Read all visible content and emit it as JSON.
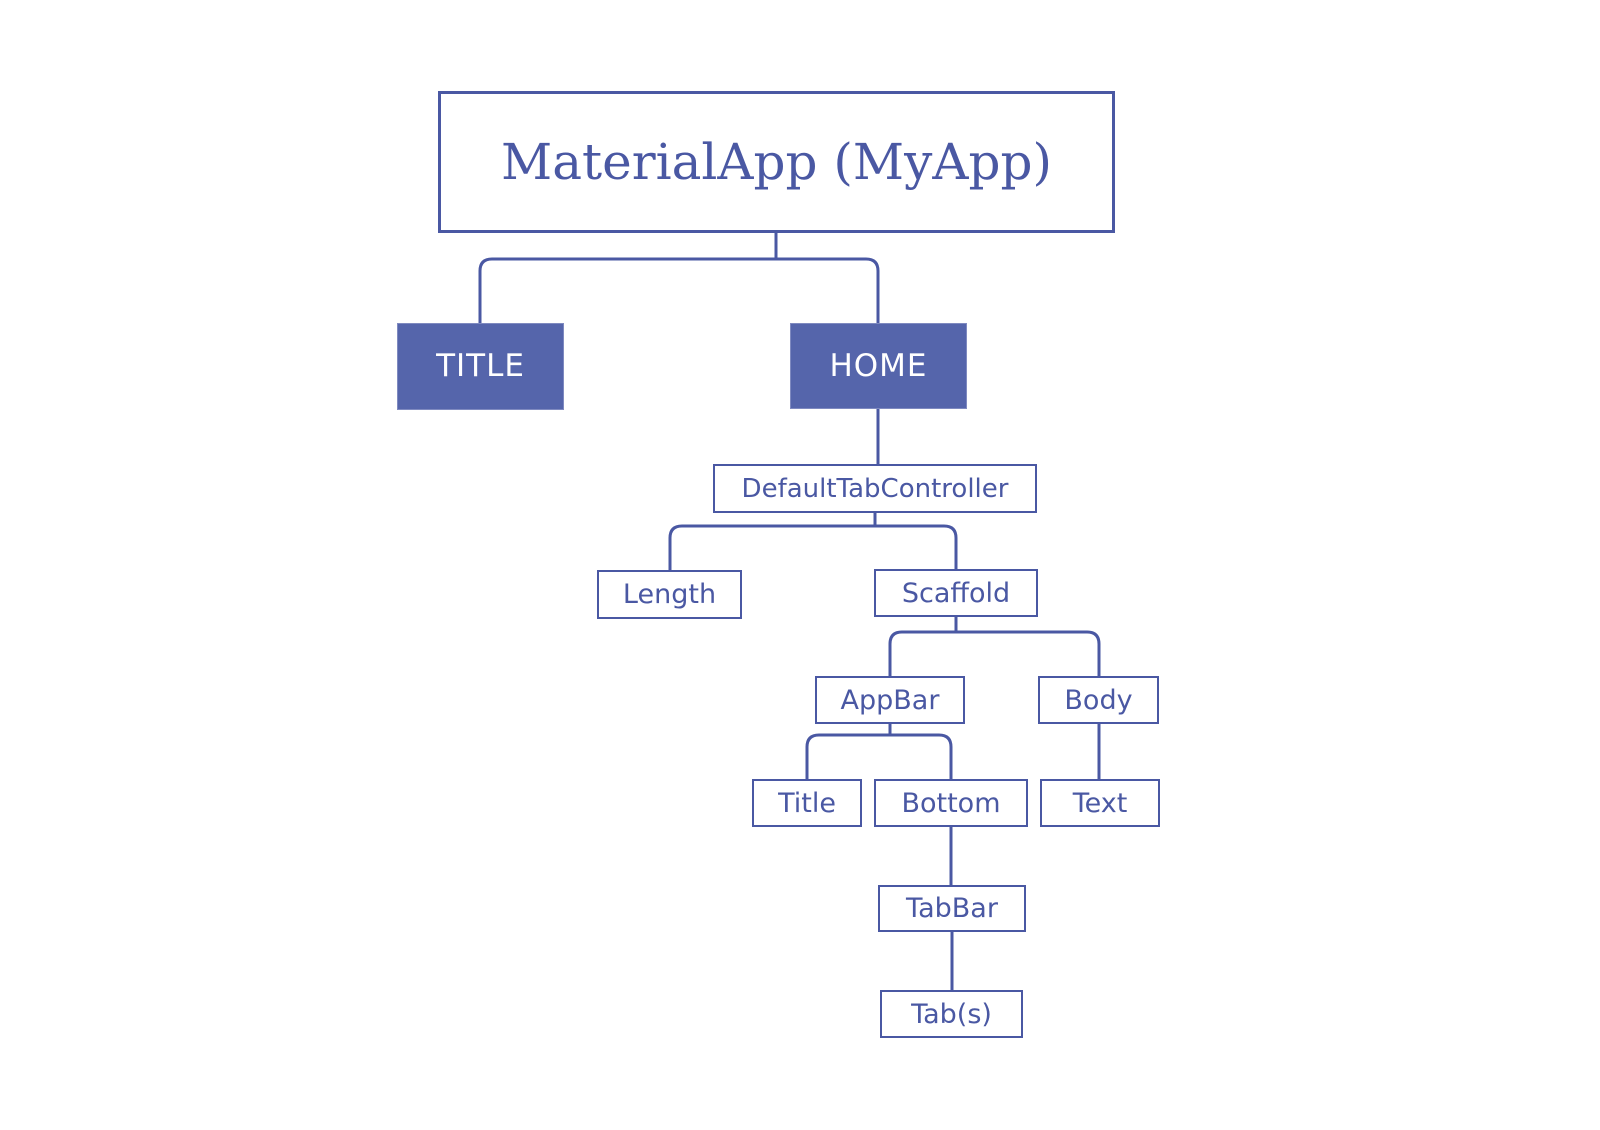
{
  "colors": {
    "line": "#4a58a3",
    "node_fill": "#5565ab",
    "node_text": "#4a58a3",
    "filled_node_text": "#ffffff",
    "background": "#ffffff"
  },
  "nodes": {
    "root": {
      "label": "MaterialApp (MyApp)"
    },
    "title_prop": {
      "label": "TITLE"
    },
    "home_prop": {
      "label": "HOME"
    },
    "default_tab_controller": {
      "label": "DefaultTabController"
    },
    "length": {
      "label": "Length"
    },
    "scaffold": {
      "label": "Scaffold"
    },
    "appbar": {
      "label": "AppBar"
    },
    "body": {
      "label": "Body"
    },
    "appbar_title": {
      "label": "Title"
    },
    "bottom": {
      "label": "Bottom"
    },
    "text": {
      "label": "Text"
    },
    "tabbar": {
      "label": "TabBar"
    },
    "tabs": {
      "label": "Tab(s)"
    }
  }
}
